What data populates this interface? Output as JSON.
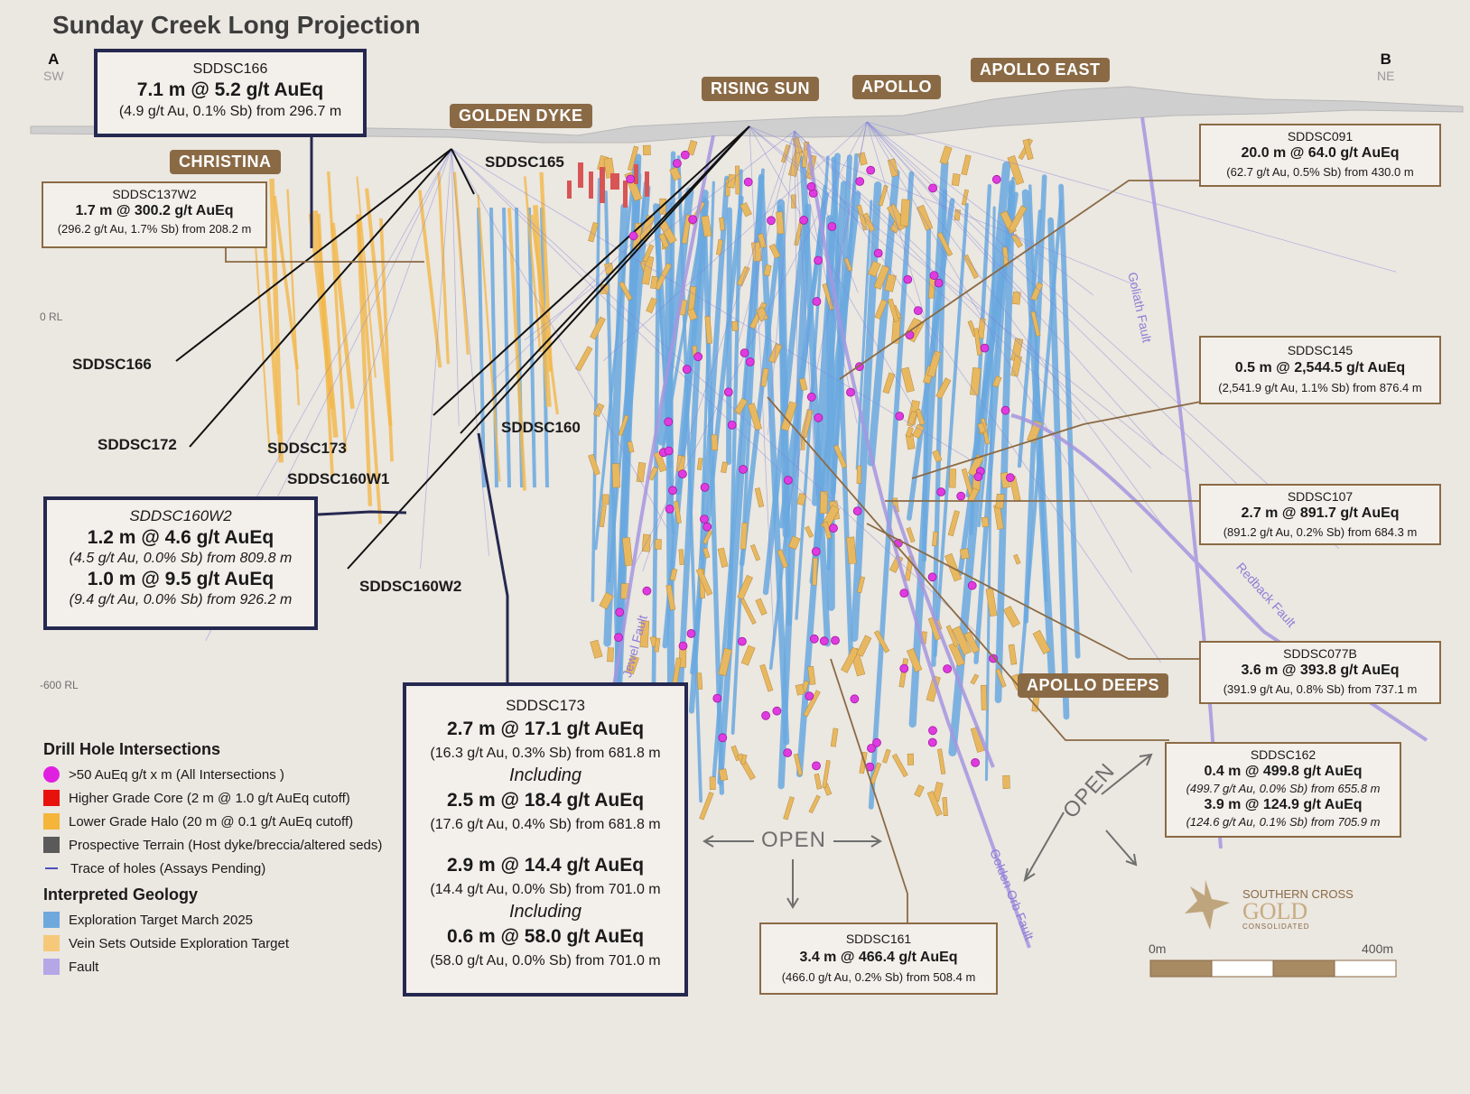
{
  "title": "Sunday Creek Long Projection",
  "ends": {
    "a_label": "A",
    "a_dir": "SW",
    "b_label": "B",
    "b_dir": "NE"
  },
  "rl_labels": {
    "zero": "0 RL",
    "minus600": "-600 RL"
  },
  "prospects": {
    "christina": "CHRISTINA",
    "golden_dyke": "GOLDEN DYKE",
    "rising_sun": "RISING SUN",
    "apollo": "APOLLO",
    "apollo_east": "APOLLO EAST",
    "apollo_deeps": "APOLLO DEEPS"
  },
  "hole_labels": {
    "sddsc165": "SDDSC165",
    "sddsc166": "SDDSC166",
    "sddsc172": "SDDSC172",
    "sddsc173": "SDDSC173",
    "sddsc160": "SDDSC160",
    "sddsc160w1": "SDDSC160W1",
    "sddsc160w2": "SDDSC160W2"
  },
  "faults": {
    "goliath": "Goliath Fault",
    "redback": "Redback Fault",
    "jewel": "Jewel Fault",
    "golden_orb": "Golden Orb Fault"
  },
  "open_label": "OPEN",
  "boxes": {
    "sddsc166": {
      "id": "SDDSC166",
      "result": "7.1 m @ 5.2 g/t AuEq",
      "detail": "(4.9 g/t Au, 0.1% Sb) from 296.7 m"
    },
    "sddsc137w2": {
      "id": "SDDSC137W2",
      "result": "1.7 m @ 300.2 g/t AuEq",
      "detail": "(296.2 g/t Au, 1.7% Sb) from 208.2 m"
    },
    "sddsc160w2": {
      "id": "SDDSC160W2",
      "r1": "1.2 m @ 4.6 g/t AuEq",
      "d1": "(4.5 g/t Au, 0.0% Sb) from 809.8 m",
      "r2": "1.0 m @ 9.5 g/t AuEq",
      "d2": "(9.4 g/t Au, 0.0% Sb) from 926.2 m"
    },
    "sddsc173": {
      "id": "SDDSC173",
      "r1": "2.7 m @ 17.1 g/t AuEq",
      "d1": "(16.3 g/t Au, 0.3% Sb) from 681.8 m",
      "inc1": "Including",
      "r2": "2.5 m @ 18.4 g/t AuEq",
      "d2": "(17.6 g/t Au, 0.4% Sb) from 681.8 m",
      "r3": "2.9 m @ 14.4 g/t AuEq",
      "d3": "(14.4 g/t Au, 0.0% Sb) from 701.0 m",
      "inc2": "Including",
      "r4": "0.6 m @ 58.0 g/t AuEq",
      "d4": "(58.0 g/t Au, 0.0% Sb) from 701.0 m"
    },
    "sddsc161": {
      "id": "SDDSC161",
      "result": "3.4 m @ 466.4 g/t AuEq",
      "detail": "(466.0 g/t Au, 0.2% Sb) from 508.4 m"
    },
    "sddsc091": {
      "id": "SDDSC091",
      "result": "20.0 m @ 64.0 g/t AuEq",
      "detail": "(62.7 g/t Au, 0.5% Sb) from 430.0 m"
    },
    "sddsc145": {
      "id": "SDDSC145",
      "result": "0.5 m @ 2,544.5 g/t AuEq",
      "detail": "(2,541.9 g/t Au, 1.1% Sb) from 876.4 m"
    },
    "sddsc107": {
      "id": "SDDSC107",
      "result": "2.7 m @ 891.7 g/t AuEq",
      "detail": "(891.2 g/t Au, 0.2% Sb) from 684.3 m"
    },
    "sddsc077b": {
      "id": "SDDSC077B",
      "result": "3.6 m @ 393.8 g/t AuEq",
      "detail": "(391.9 g/t Au, 0.8% Sb) from 737.1 m"
    },
    "sddsc162": {
      "id": "SDDSC162",
      "r1": "0.4 m @ 499.8 g/t AuEq",
      "d1": "(499.7 g/t Au, 0.0% Sb) from 655.8 m",
      "r2": "3.9 m @ 124.9 g/t AuEq",
      "d2": "(124.6 g/t Au, 0.1% Sb) from 705.9 m"
    }
  },
  "legend": {
    "heading1": "Drill Hole Intersections",
    "items1": [
      {
        "label": ">50 AuEq g/t x m (All Intersections )",
        "color": "#e020e0",
        "shape": "circle"
      },
      {
        "label": "Higher Grade Core (2 m @ 1.0 g/t AuEq cutoff)",
        "color": "#e8120c",
        "shape": "square"
      },
      {
        "label": "Lower Grade Halo (20 m @ 0.1 g/t AuEq cutoff)",
        "color": "#f4b53a",
        "shape": "square"
      },
      {
        "label": "Prospective Terrain (Host dyke/breccia/altered seds)",
        "color": "#5a5a5a",
        "shape": "square"
      },
      {
        "label": "Trace of holes (Assays Pending)",
        "color": "#4b4fbf",
        "shape": "line"
      }
    ],
    "heading2": "Interpreted Geology",
    "items2": [
      {
        "label": "Exploration Target March 2025",
        "color": "#6fa8dc",
        "shape": "square"
      },
      {
        "label": "Vein Sets Outside Exploration Target",
        "color": "#f6c97a",
        "shape": "square"
      },
      {
        "label": "Fault",
        "color": "#b4a7e6",
        "shape": "square"
      }
    ]
  },
  "logo": {
    "line1": "SOUTHERN CROSS",
    "line2": "GOLD",
    "line3": "CONSOLIDATED"
  },
  "scale": {
    "start": "0m",
    "end": "400m"
  },
  "colors": {
    "brown": "#8a6a45",
    "navy": "#25284f",
    "blue": "#5b9bd5",
    "orange": "#f0b24a",
    "magenta": "#e020e0",
    "fault": "#a596e0"
  }
}
